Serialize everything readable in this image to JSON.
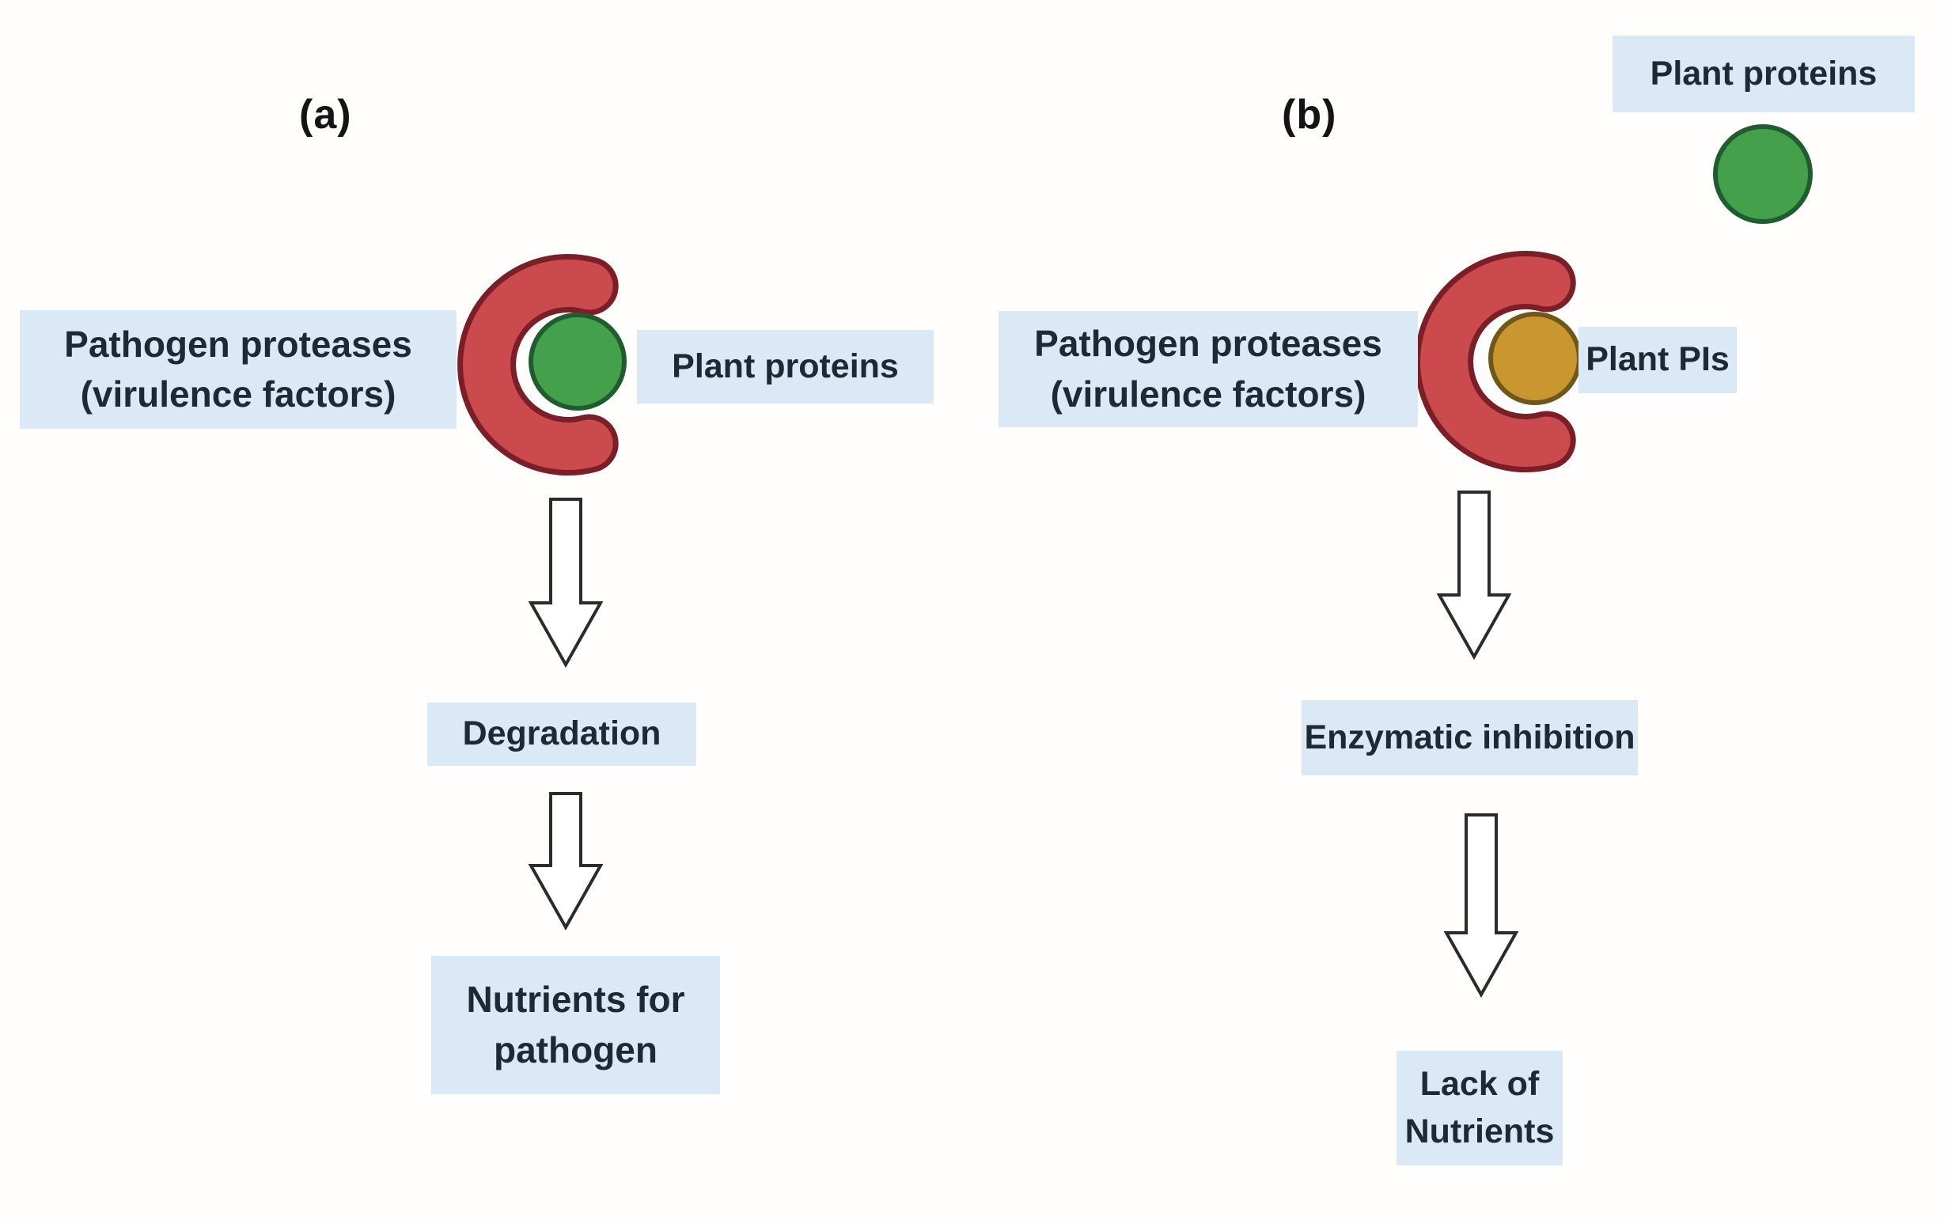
{
  "colors": {
    "background": "#fffefc",
    "label_bg": "#dbe8f5",
    "text": "#1e2936",
    "panel_label": "#141414",
    "crescent_fill": "#cb4a4e",
    "crescent_outline": "#7a1e28",
    "protein_fill": "#44a04a",
    "protein_outline": "#215c31",
    "pi_fill": "#c9962f",
    "pi_outline": "#6f571c",
    "arrow_fill": "#ffffff",
    "arrow_outline": "#2b2b2b"
  },
  "panel_a": {
    "label": "(a)",
    "protease_label_line1": "Pathogen proteases",
    "protease_label_line2": "(virulence factors)",
    "protein_label": "Plant proteins",
    "outcome1": "Degradation",
    "outcome2_line1": "Nutrients for",
    "outcome2_line2": "pathogen"
  },
  "panel_b": {
    "label": "(b)",
    "free_protein_label": "Plant proteins",
    "protease_label_line1": "Pathogen proteases",
    "protease_label_line2": "(virulence factors)",
    "pi_label": "Plant PIs",
    "outcome1": "Enzymatic inhibition",
    "outcome2_line1": "Lack of",
    "outcome2_line2": "Nutrients"
  }
}
